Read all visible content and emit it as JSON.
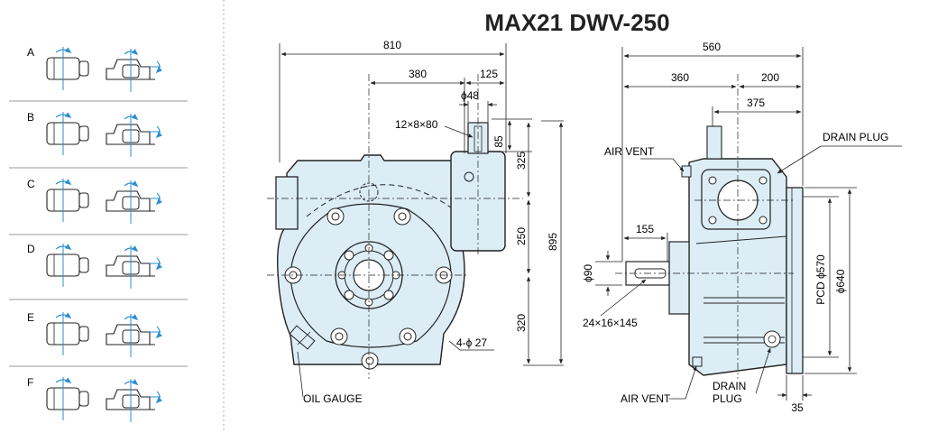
{
  "title": "MAX21 DWV-250",
  "colors": {
    "body_fill": "#dcedf5",
    "line": "#222222",
    "arrow_blue": "#2a8fd0",
    "divider": "#999999"
  },
  "mounting_positions": [
    "A",
    "B",
    "C",
    "D",
    "E",
    "F"
  ],
  "front_view": {
    "dims": {
      "overall_width": "810",
      "offset_380": "380",
      "offset_125": "125",
      "shaft_dia": "ϕ48",
      "key": "12×8×80",
      "shaft_len": "85",
      "h_325": "325",
      "h_250": "250",
      "h_320": "320",
      "overall_height": "895",
      "holes": "4-ϕ 27"
    },
    "labels": {
      "oil_gauge": "OIL GAUGE"
    }
  },
  "side_view": {
    "dims": {
      "overall_width": "560",
      "w_360": "360",
      "w_200": "200",
      "w_375": "375",
      "shaft_len": "155",
      "shaft_dia": "ϕ90",
      "key": "24×16×145",
      "pcd": "PCD ϕ570",
      "flange_dia": "ϕ640",
      "flange_thk": "35"
    },
    "labels": {
      "air_vent_top": "AIR VENT",
      "drain_plug_top": "DRAIN PLUG",
      "air_vent_bottom": "AIR VENT",
      "drain_plug_bottom_1": "DRAIN",
      "drain_plug_bottom_2": "PLUG"
    }
  }
}
